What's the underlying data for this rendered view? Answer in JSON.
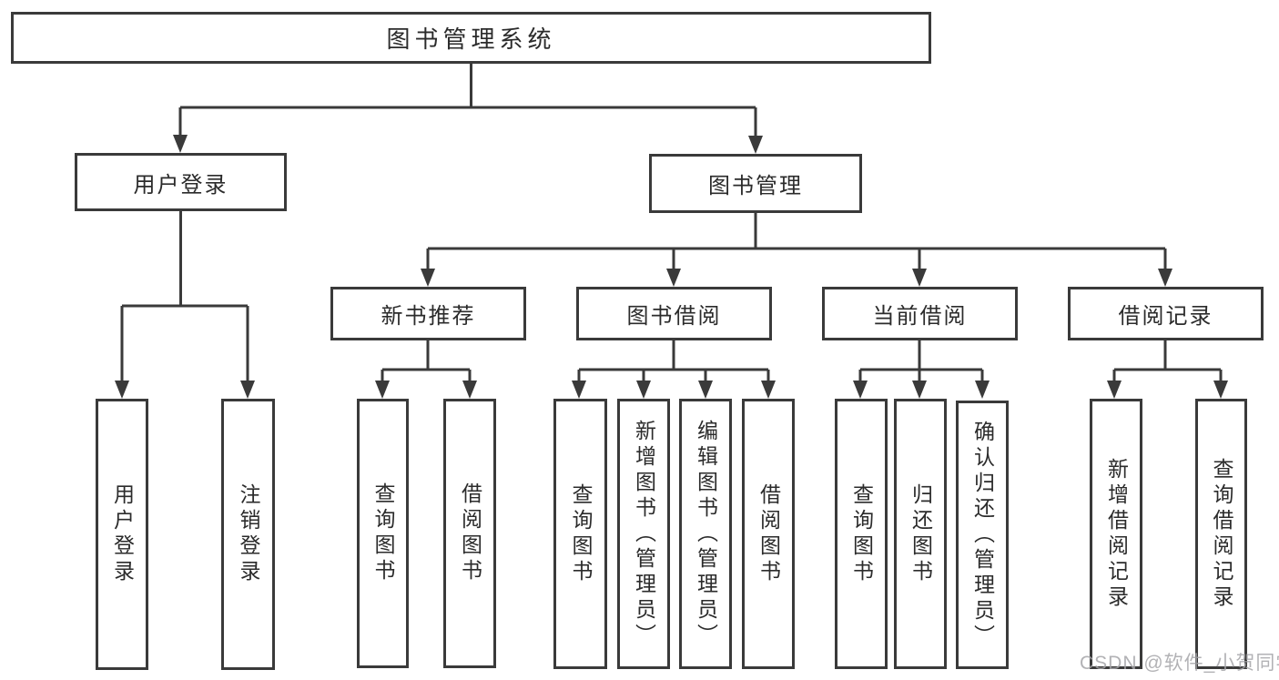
{
  "diagram": {
    "type": "tree",
    "nodes": {
      "root": {
        "label": "图书管理系统"
      },
      "user_login_group": {
        "label": "用户登录"
      },
      "book_management": {
        "label": "图书管理"
      },
      "user_login": {
        "label": "用户登录"
      },
      "logout": {
        "label": "注销登录"
      },
      "new_book_recommend": {
        "label": "新书推荐"
      },
      "book_borrowing": {
        "label": "图书借阅"
      },
      "current_borrowing": {
        "label": "当前借阅"
      },
      "borrowing_records": {
        "label": "借阅记录"
      },
      "nbr_query_books": {
        "label": "查询图书"
      },
      "nbr_borrow_books": {
        "label": "借阅图书"
      },
      "bb_query_books": {
        "label": "查询图书"
      },
      "bb_add_books": {
        "label": "新增图书（管理员）"
      },
      "bb_edit_books": {
        "label": "编辑图书（管理员）"
      },
      "bb_borrow_books": {
        "label": "借阅图书"
      },
      "cb_query_books": {
        "label": "查询图书"
      },
      "cb_return_books": {
        "label": "归还图书"
      },
      "cb_confirm_return": {
        "label": "确认归还（管理员）"
      },
      "br_add_record": {
        "label": "新增借阅记录"
      },
      "br_query_record": {
        "label": "查询借阅记录"
      }
    },
    "edges": [
      [
        "root",
        "user_login_group"
      ],
      [
        "root",
        "book_management"
      ],
      [
        "user_login_group",
        "user_login"
      ],
      [
        "user_login_group",
        "logout"
      ],
      [
        "book_management",
        "new_book_recommend"
      ],
      [
        "book_management",
        "book_borrowing"
      ],
      [
        "book_management",
        "current_borrowing"
      ],
      [
        "book_management",
        "borrowing_records"
      ],
      [
        "new_book_recommend",
        "nbr_query_books"
      ],
      [
        "new_book_recommend",
        "nbr_borrow_books"
      ],
      [
        "book_borrowing",
        "bb_query_books"
      ],
      [
        "book_borrowing",
        "bb_add_books"
      ],
      [
        "book_borrowing",
        "bb_edit_books"
      ],
      [
        "book_borrowing",
        "bb_borrow_books"
      ],
      [
        "current_borrowing",
        "cb_query_books"
      ],
      [
        "current_borrowing",
        "cb_return_books"
      ],
      [
        "current_borrowing",
        "cb_confirm_return"
      ],
      [
        "borrowing_records",
        "br_add_record"
      ],
      [
        "borrowing_records",
        "br_query_record"
      ]
    ]
  },
  "watermark": {
    "text": "CSDN @软件_小贺同学"
  },
  "colors": {
    "line": "#3a3a3a",
    "box_border": "#3a3a3a",
    "box_background": "#ffffff",
    "text": "#2b2b2b",
    "watermark": "#a4a4a8",
    "background": "#ffffff"
  }
}
